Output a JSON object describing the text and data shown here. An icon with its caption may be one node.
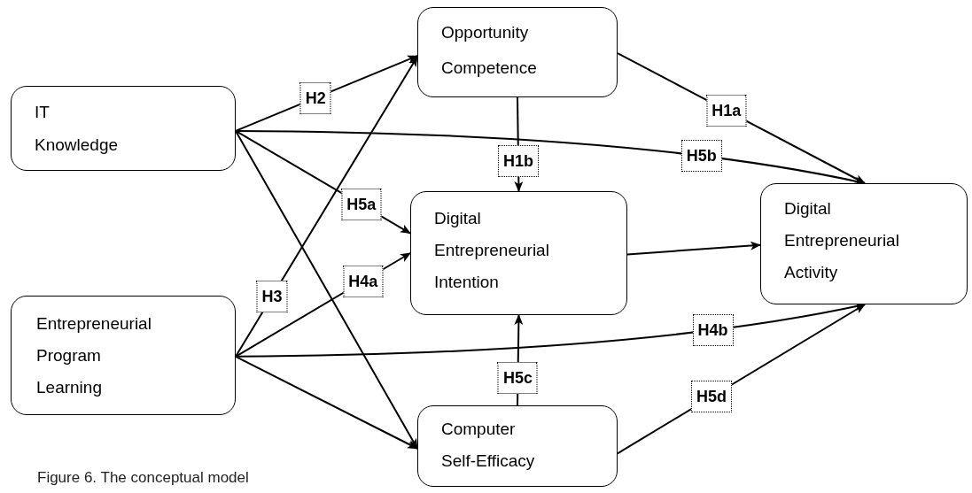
{
  "diagram": {
    "caption": "Figure 6. The conceptual model",
    "nodes": [
      {
        "text": [
          "IT Knowledge"
        ]
      },
      {
        "text": [
          "Entrepreneurial Program Learning"
        ]
      },
      {
        "text": [
          "Opportunity Competence"
        ]
      },
      {
        "text": [
          "Digital Entrepreneurial Intention"
        ]
      },
      {
        "text": [
          "Computer Self-Efficacy"
        ]
      },
      {
        "text": [
          "Digital Entrepreneurial Activity"
        ]
      }
    ],
    "edges": [
      {
        "from": 0,
        "to": 2,
        "arrow": "to",
        "label": "H2"
      },
      {
        "from": 0,
        "to": 5,
        "arrow": "to",
        "label": "H5b"
      },
      {
        "from": 0,
        "to": 3,
        "arrow": "to",
        "label": "H5a"
      },
      {
        "from": 0,
        "to": 4,
        "arrow": "to"
      },
      {
        "from": 1,
        "to": 2,
        "arrow": "to",
        "label": "H3"
      },
      {
        "from": 1,
        "to": 3,
        "arrow": "to",
        "label": "H4a"
      },
      {
        "from": 1,
        "to": 5,
        "arrow": "to",
        "label": "H4b"
      },
      {
        "from": 1,
        "to": 4,
        "arrow": "to"
      },
      {
        "from": 2,
        "to": 5,
        "arrow": "to",
        "label": "H1a"
      },
      {
        "from": 2,
        "to": 3,
        "arrow": "to",
        "label": "H1b"
      },
      {
        "from": 3,
        "to": 5,
        "arrow": "to"
      },
      {
        "from": 4,
        "to": 3,
        "arrow": "to",
        "label": "H5c"
      },
      {
        "from": 4,
        "to": 5,
        "arrow": "to",
        "label": "H5d"
      }
    ]
  }
}
